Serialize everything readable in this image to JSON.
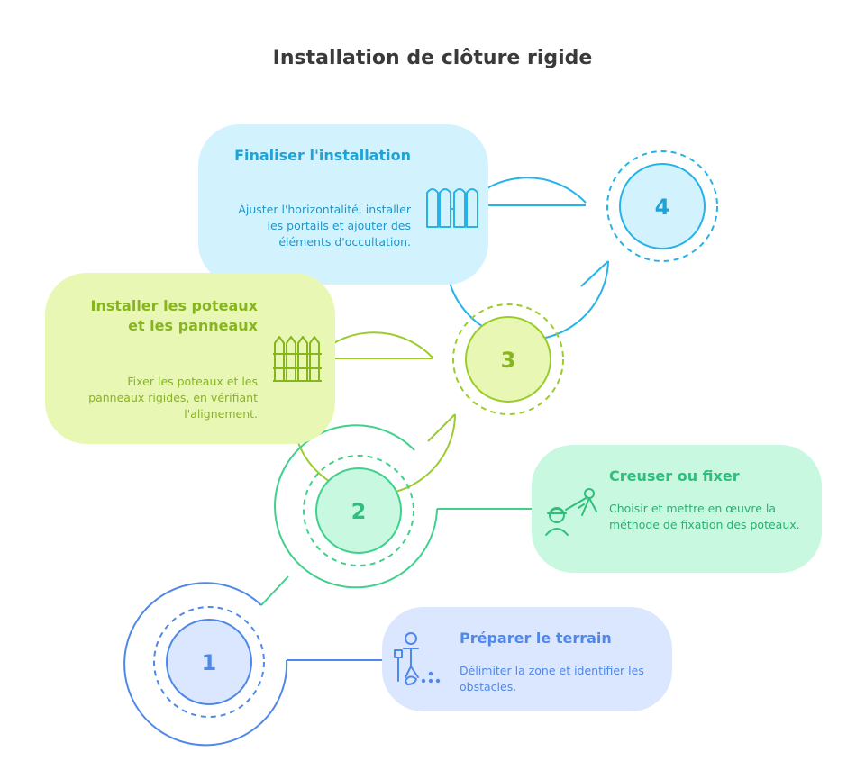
{
  "title": "Installation de clôture rigide",
  "steps": [
    {
      "number": "1",
      "title": "Préparer le terrain",
      "description": "Délimiter la zone et identifier les obstacles.",
      "icon": "surveyor-icon",
      "color": "#4f88e8"
    },
    {
      "number": "2",
      "title": "Creuser ou fixer",
      "description": "Choisir et mettre en œuvre la méthode de fixation des poteaux.",
      "icon": "worker-drill-icon",
      "color": "#2fbf7c"
    },
    {
      "number": "3",
      "title": "Installer les poteaux et les panneaux",
      "description": "Fixer les poteaux et les panneaux rigides, en vérifiant l'alignement.",
      "icon": "picket-fence-icon",
      "color": "#86b51e"
    },
    {
      "number": "4",
      "title": "Finaliser l'installation",
      "description": "Ajuster l'horizontalité, installer les portails et ajouter des éléments d'occultation.",
      "icon": "gate-fence-icon",
      "color": "#1fa2d6"
    }
  ]
}
